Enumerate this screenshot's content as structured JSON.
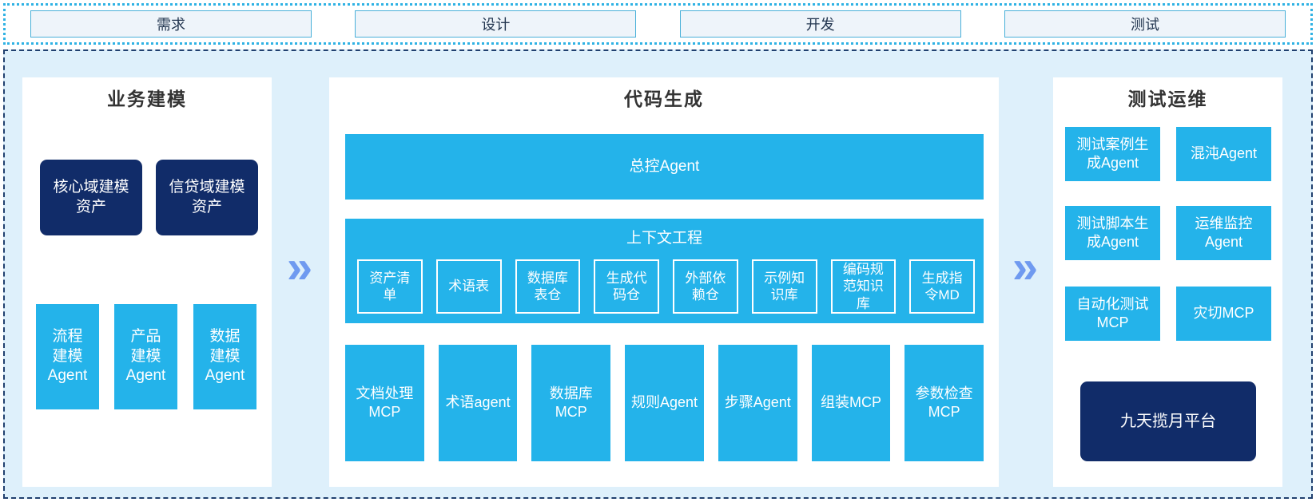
{
  "arrow_glyph": "»",
  "colors": {
    "cyan": "#24b3ea",
    "navy": "#112c69",
    "container_bg": "#def0fb",
    "strip_border": "#2fb2e4",
    "container_border": "#20406f",
    "arrow": "#6f9af0"
  },
  "phases": [
    {
      "label": "需求"
    },
    {
      "label": "设计"
    },
    {
      "label": "开发"
    },
    {
      "label": "测试"
    }
  ],
  "panels": {
    "business": {
      "title": "业务建模",
      "assets": [
        "核心域建模\n资产",
        "信贷域建模\n资产"
      ],
      "agents": [
        "流程\n建模\nAgent",
        "产品\n建模\nAgent",
        "数据\n建模\nAgent"
      ]
    },
    "codegen": {
      "title": "代码生成",
      "master_agent": "总控Agent",
      "context": {
        "title": "上下文工程",
        "items": [
          "资产清\n单",
          "术语表",
          "数据库\n表仓",
          "生成代\n码仓",
          "外部依\n赖仓",
          "示例知\n识库",
          "编码规\n范知识\n库",
          "生成指\n令MD"
        ]
      },
      "tools": [
        "文档处理\nMCP",
        "术语agent",
        "数据库\nMCP",
        "规则Agent",
        "步骤Agent",
        "组装MCP",
        "参数检查\nMCP"
      ]
    },
    "testops": {
      "title": "测试运维",
      "boxes": [
        "测试案例生\n成Agent",
        "混沌Agent",
        "测试脚本生\n成Agent",
        "运维监控\nAgent",
        "自动化测试\nMCP",
        "灾切MCP"
      ],
      "platform": "九天揽月平台"
    }
  }
}
